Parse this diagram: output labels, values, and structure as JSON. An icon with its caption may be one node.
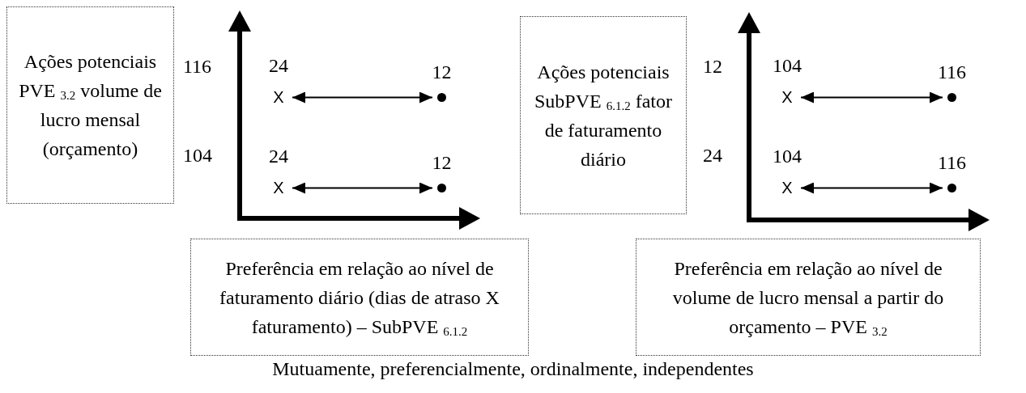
{
  "diagram": {
    "caption": "Mutuamente, preferencialmente, ordinalmente, independentes",
    "nodes": [
      {
        "text": [
          "Ações potenciais PVE $_{3.2}$ volume de lucro mensal (orçamento)"
        ]
      },
      {
        "text": [
          "X"
        ],
        "beside": [
          "24"
        ]
      },
      {
        "text": [],
        "shape": "circle",
        "beside": [
          "12"
        ]
      },
      {
        "text": [
          "X"
        ],
        "beside": [
          "24"
        ]
      },
      {
        "text": [],
        "shape": "circle",
        "beside": [
          "12"
        ]
      },
      {
        "text": [
          "Ações potenciais SubPVE $_{6.1.2}$ fator de faturamento diário"
        ]
      },
      {
        "text": [
          "X"
        ],
        "beside": [
          "104"
        ]
      },
      {
        "text": [],
        "shape": "circle",
        "beside": [
          "116"
        ]
      },
      {
        "text": [
          "X"
        ],
        "beside": [
          "104"
        ]
      },
      {
        "text": [],
        "shape": "circle",
        "beside": [
          "116"
        ]
      },
      {
        "text": [
          "Preferência em relação ao nível de faturamento diário (dias de atraso X faturamento) – SubPVE $_{6.1.2}$"
        ]
      },
      {
        "text": [
          "Preferência em relação ao nível de volume de lucro mensal a partir do orçamento – PVE $_{3.2}$"
        ]
      }
    ],
    "edges": [
      {
        "from": 1,
        "to": 2,
        "arrow": "both"
      },
      {
        "from": 3,
        "to": 4,
        "arrow": "both"
      },
      {
        "from": 6,
        "to": 7,
        "arrow": "both"
      },
      {
        "from": 8,
        "to": 9,
        "arrow": "both"
      }
    ],
    "labels": [
      "116",
      "104",
      "12",
      "24"
    ]
  }
}
